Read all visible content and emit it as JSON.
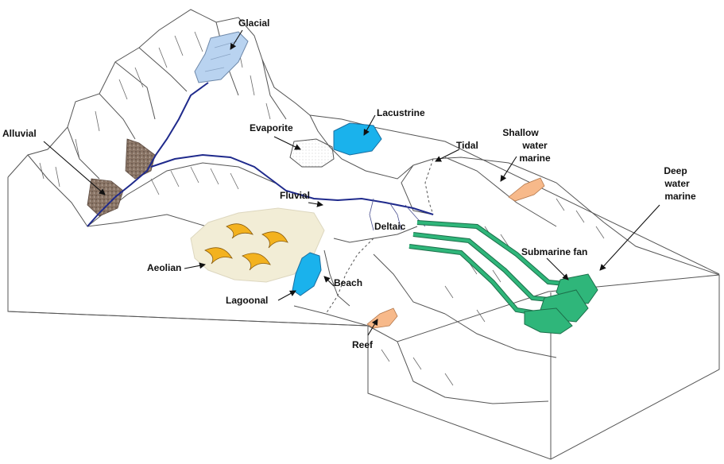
{
  "labels": {
    "glacial": "Glacial",
    "alluvial": "Alluvial",
    "evaporite": "Evaporite",
    "lacustrine": "Lacustrine",
    "tidal": "Tidal",
    "shallow_water_marine": [
      "Shallow",
      "water",
      "marine"
    ],
    "deep_water_marine": [
      "Deep",
      "water",
      "marine"
    ],
    "fluvial": "Fluvial",
    "deltaic": "Deltaic",
    "submarine_fan": "Submarine fan",
    "aeolian": "Aeolian",
    "beach": "Beach",
    "lagoonal": "Lagoonal",
    "reef": "Reef"
  },
  "colors": {
    "glacier": "#b9d3f0",
    "alluvial_fan": "#8a7566",
    "lake": "#1ab2ec",
    "dune_field": "#f2edd6",
    "dune": "#f3b21f",
    "reef": "#f7b98a",
    "submarine_fan": "#2fb67a",
    "river": "#1f2a8c"
  }
}
